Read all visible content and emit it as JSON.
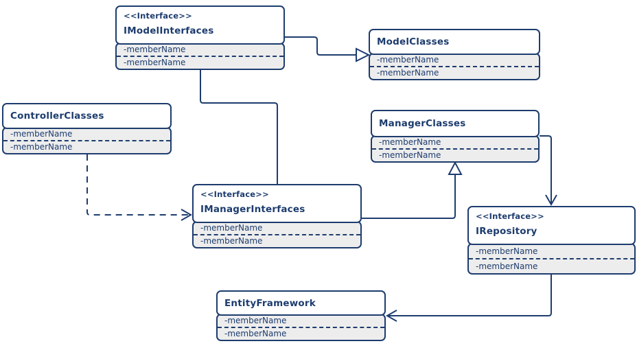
{
  "colors": {
    "navy": "#1d3c6e",
    "member_fill": "#ededed",
    "box_fill": "#ffffff"
  },
  "classes": [
    {
      "stereotype": "<<Interface>>",
      "name": "IModelInterfaces",
      "members": [
        "-memberName",
        "-memberName"
      ]
    },
    {
      "stereotype": "",
      "name": "ModelClasses",
      "members": [
        "-memberName",
        "-memberName"
      ]
    },
    {
      "stereotype": "",
      "name": "ControllerClasses",
      "members": [
        "-memberName",
        "-memberName"
      ]
    },
    {
      "stereotype": "",
      "name": "ManagerClasses",
      "members": [
        "-memberName",
        "-memberName"
      ]
    },
    {
      "stereotype": "<<Interface>>",
      "name": "IManagerInterfaces",
      "members": [
        "-memberName",
        "-memberName"
      ]
    },
    {
      "stereotype": "<<Interface>>",
      "name": "IRepository",
      "members": [
        "-memberName",
        "-memberName"
      ]
    },
    {
      "stereotype": "",
      "name": "EntityFramework",
      "members": [
        "-memberName",
        "-memberName"
      ]
    }
  ],
  "relationships": [
    {
      "from": "IModelInterfaces",
      "to": "ModelClasses",
      "type": "realization-hollow-triangle",
      "line": "solid"
    },
    {
      "from": "IModelInterfaces",
      "to": "IManagerInterfaces",
      "type": "association",
      "line": "solid"
    },
    {
      "from": "ControllerClasses",
      "to": "IManagerInterfaces",
      "type": "dependency-open-arrow",
      "line": "dashed"
    },
    {
      "from": "IManagerInterfaces",
      "to": "ManagerClasses",
      "type": "generalization-hollow-triangle",
      "line": "solid"
    },
    {
      "from": "ManagerClasses",
      "to": "IRepository",
      "type": "directed-association-open-arrow",
      "line": "solid"
    },
    {
      "from": "IRepository",
      "to": "EntityFramework",
      "type": "directed-association-open-arrow",
      "line": "solid"
    }
  ]
}
